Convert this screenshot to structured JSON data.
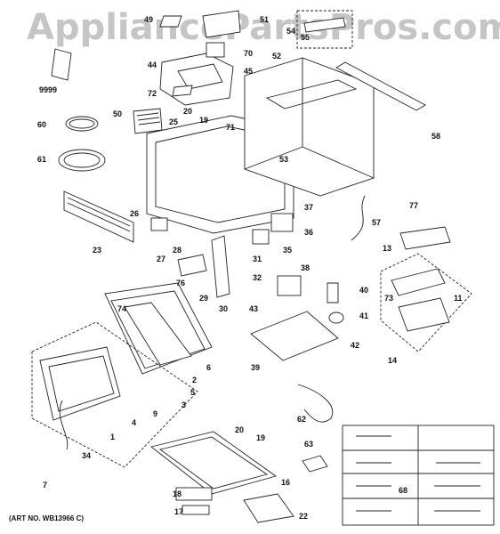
{
  "watermark": "AppliancePartsPros.com",
  "art_no": "(ART NO. WB13966 C)",
  "callouts": [
    "9999",
    "49",
    "51",
    "54",
    "55",
    "70",
    "44",
    "45",
    "52",
    "72",
    "20",
    "19",
    "50",
    "25",
    "60",
    "61",
    "71",
    "53",
    "58",
    "37",
    "26",
    "23",
    "27",
    "28",
    "36",
    "77",
    "57",
    "13",
    "31",
    "35",
    "76",
    "32",
    "38",
    "40",
    "73",
    "11",
    "74",
    "29",
    "30",
    "43",
    "41",
    "42",
    "39",
    "14",
    "6",
    "2",
    "5",
    "3",
    "4",
    "9",
    "1",
    "34",
    "62",
    "7",
    "20",
    "19",
    "63",
    "16",
    "68",
    "18",
    "17",
    "22"
  ]
}
